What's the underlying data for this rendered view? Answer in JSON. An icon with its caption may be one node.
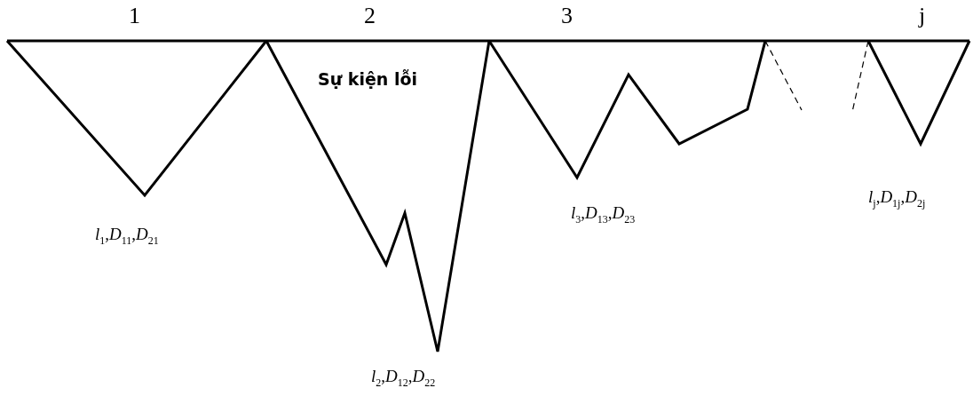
{
  "diagram": {
    "labels": [
      "1",
      "2",
      "3",
      "j",
      "Sự kiện lỗi",
      "*l*$_{1}$,*D*$_{11}$,*D*$_{21}$",
      "*l*$_{2}$,*D*$_{12}$,*D*$_{22}$",
      "*l*$_{3}$,*D*$_{13}$,*D*$_{23}$",
      "*l*$_{j}$,*D*$_{1j}$,*D*$_{2j}$"
    ]
  }
}
